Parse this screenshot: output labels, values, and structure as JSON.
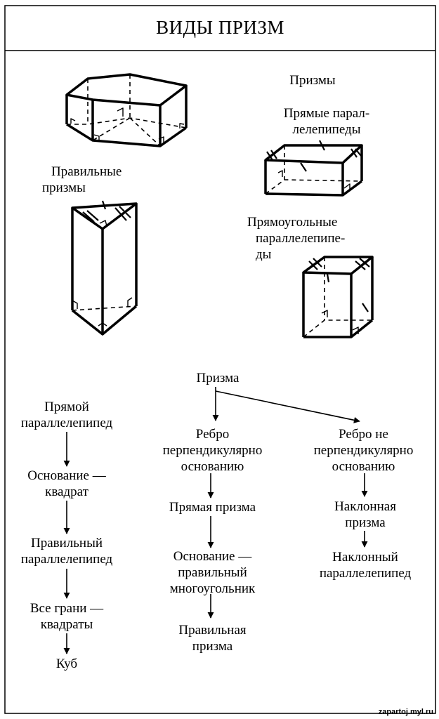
{
  "title": "ВИДЫ ПРИЗМ",
  "top_labels": {
    "prisms": "Призмы",
    "regular_prisms": [
      "Правильные",
      "призмы"
    ],
    "right_parallelepipeds": [
      "Прямые парал-",
      "лелепипеды"
    ],
    "rectangular_parallelepipeds": [
      "Прямоугольные",
      "параллелепипе-",
      "ды"
    ]
  },
  "flow": {
    "root": "Призма",
    "edge_perp": [
      "Ребро",
      "перпендикулярно",
      "основанию"
    ],
    "edge_not_perp": [
      "Ребро не",
      "перпендикулярно",
      "основанию"
    ],
    "right_prism": "Прямая призма",
    "base_regular": [
      "Основание —",
      "правильный",
      "многоугольник"
    ],
    "regular_prism": [
      "Правильная",
      "призма"
    ],
    "oblique_prism": [
      "Наклонная",
      "призма"
    ],
    "oblique_parallelepiped": [
      "Наклонный",
      "параллелепипед"
    ],
    "right_parallelepiped": [
      "Прямой",
      "параллелепипед"
    ],
    "base_square": [
      "Основание —",
      "квадрат"
    ],
    "regular_parallelepiped": [
      "Правильный",
      "параллелепипед"
    ],
    "all_faces_squares": [
      "Все грани —",
      "квадраты"
    ],
    "cube": "Куб"
  },
  "watermark": "zapartoj.myl.ru"
}
